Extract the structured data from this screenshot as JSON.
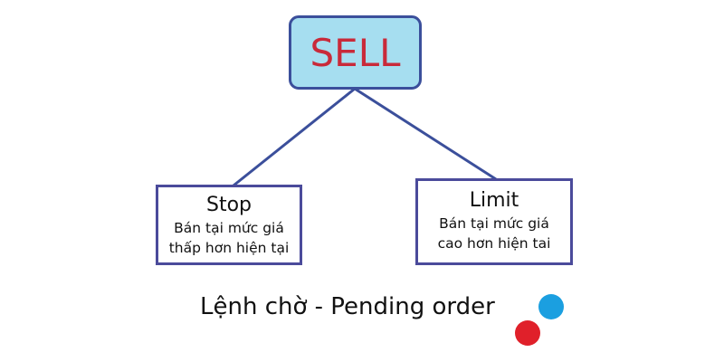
{
  "root": {
    "label": "SELL"
  },
  "children": [
    {
      "title": "Stop",
      "line1": "Bán tại mức giá",
      "line2": "thấp hơn hiện tại"
    },
    {
      "title": "Limit",
      "line1": "Bán tại mức giá",
      "line2": "cao hơn hiện tai"
    }
  ],
  "caption": "Lệnh chờ - Pending order",
  "colors": {
    "root_fill": "#a6def0",
    "root_text": "#c92a3a",
    "border": "#3b4f9b",
    "dot_blue": "#1b9fe0",
    "dot_red": "#e0202a"
  }
}
